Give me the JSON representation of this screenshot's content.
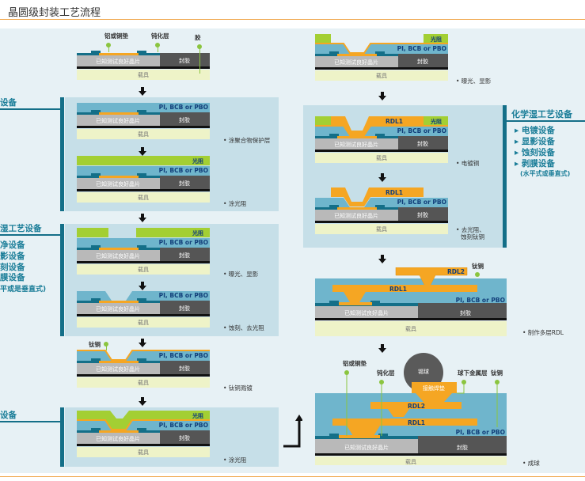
{
  "title": "晶圆级封装工艺流程",
  "colors": {
    "accent": "#f0a64a",
    "panel": "#c6dfe8",
    "teal": "#146f88",
    "pi": "#6fb5cc",
    "resist": "#a3cf33",
    "copper": "#f5a623",
    "die": "#b9b9b9",
    "mold": "#555555",
    "carrier": "#eef3c8"
  },
  "layers": {
    "die": "已知测试良好晶片",
    "mold": "封胶",
    "carrier": "载具",
    "pi": "PI, BCB or PBO",
    "resist": "光阻",
    "rdl1": "RDL1",
    "rdl2": "RDL2",
    "ball": "锡球",
    "contact_pad": "接触焊垫"
  },
  "callouts": {
    "pad": "铝或铜垫",
    "passivation": "钝化层",
    "glue": "胶",
    "ticu": "钛铜",
    "ubm": "球下金属层"
  },
  "left_equipment": [
    {
      "title": "设备"
    },
    {
      "title": "湿工艺设备",
      "items": [
        "净设备",
        "影设备",
        "刻设备",
        "膜设备",
        "平或是垂直式)"
      ]
    },
    {
      "title": "设备"
    }
  ],
  "right_equipment": {
    "title": "化学湿工艺设备",
    "items": [
      "▸ 电镀设备",
      "▸ 显影设备",
      "▸ 蚀刻设备",
      "▸ 剥膜设备"
    ],
    "sub": "(水平式或垂直式)"
  },
  "steps": {
    "s2": "• 涂聚合物保护层",
    "s3": "• 涂光阻",
    "s4": "• 曝光、显影",
    "s5": "• 蚀刻、去光阻",
    "s6": "• 钛铜溅镀",
    "s7": "• 涂光阻",
    "r1": "• 曝光、显影",
    "r2": "• 电镀铜",
    "r3a": "• 去光阻、",
    "r3b": "蚀刻钛铜",
    "r4": "• 制作多层RDL",
    "r5": "• 成球"
  }
}
